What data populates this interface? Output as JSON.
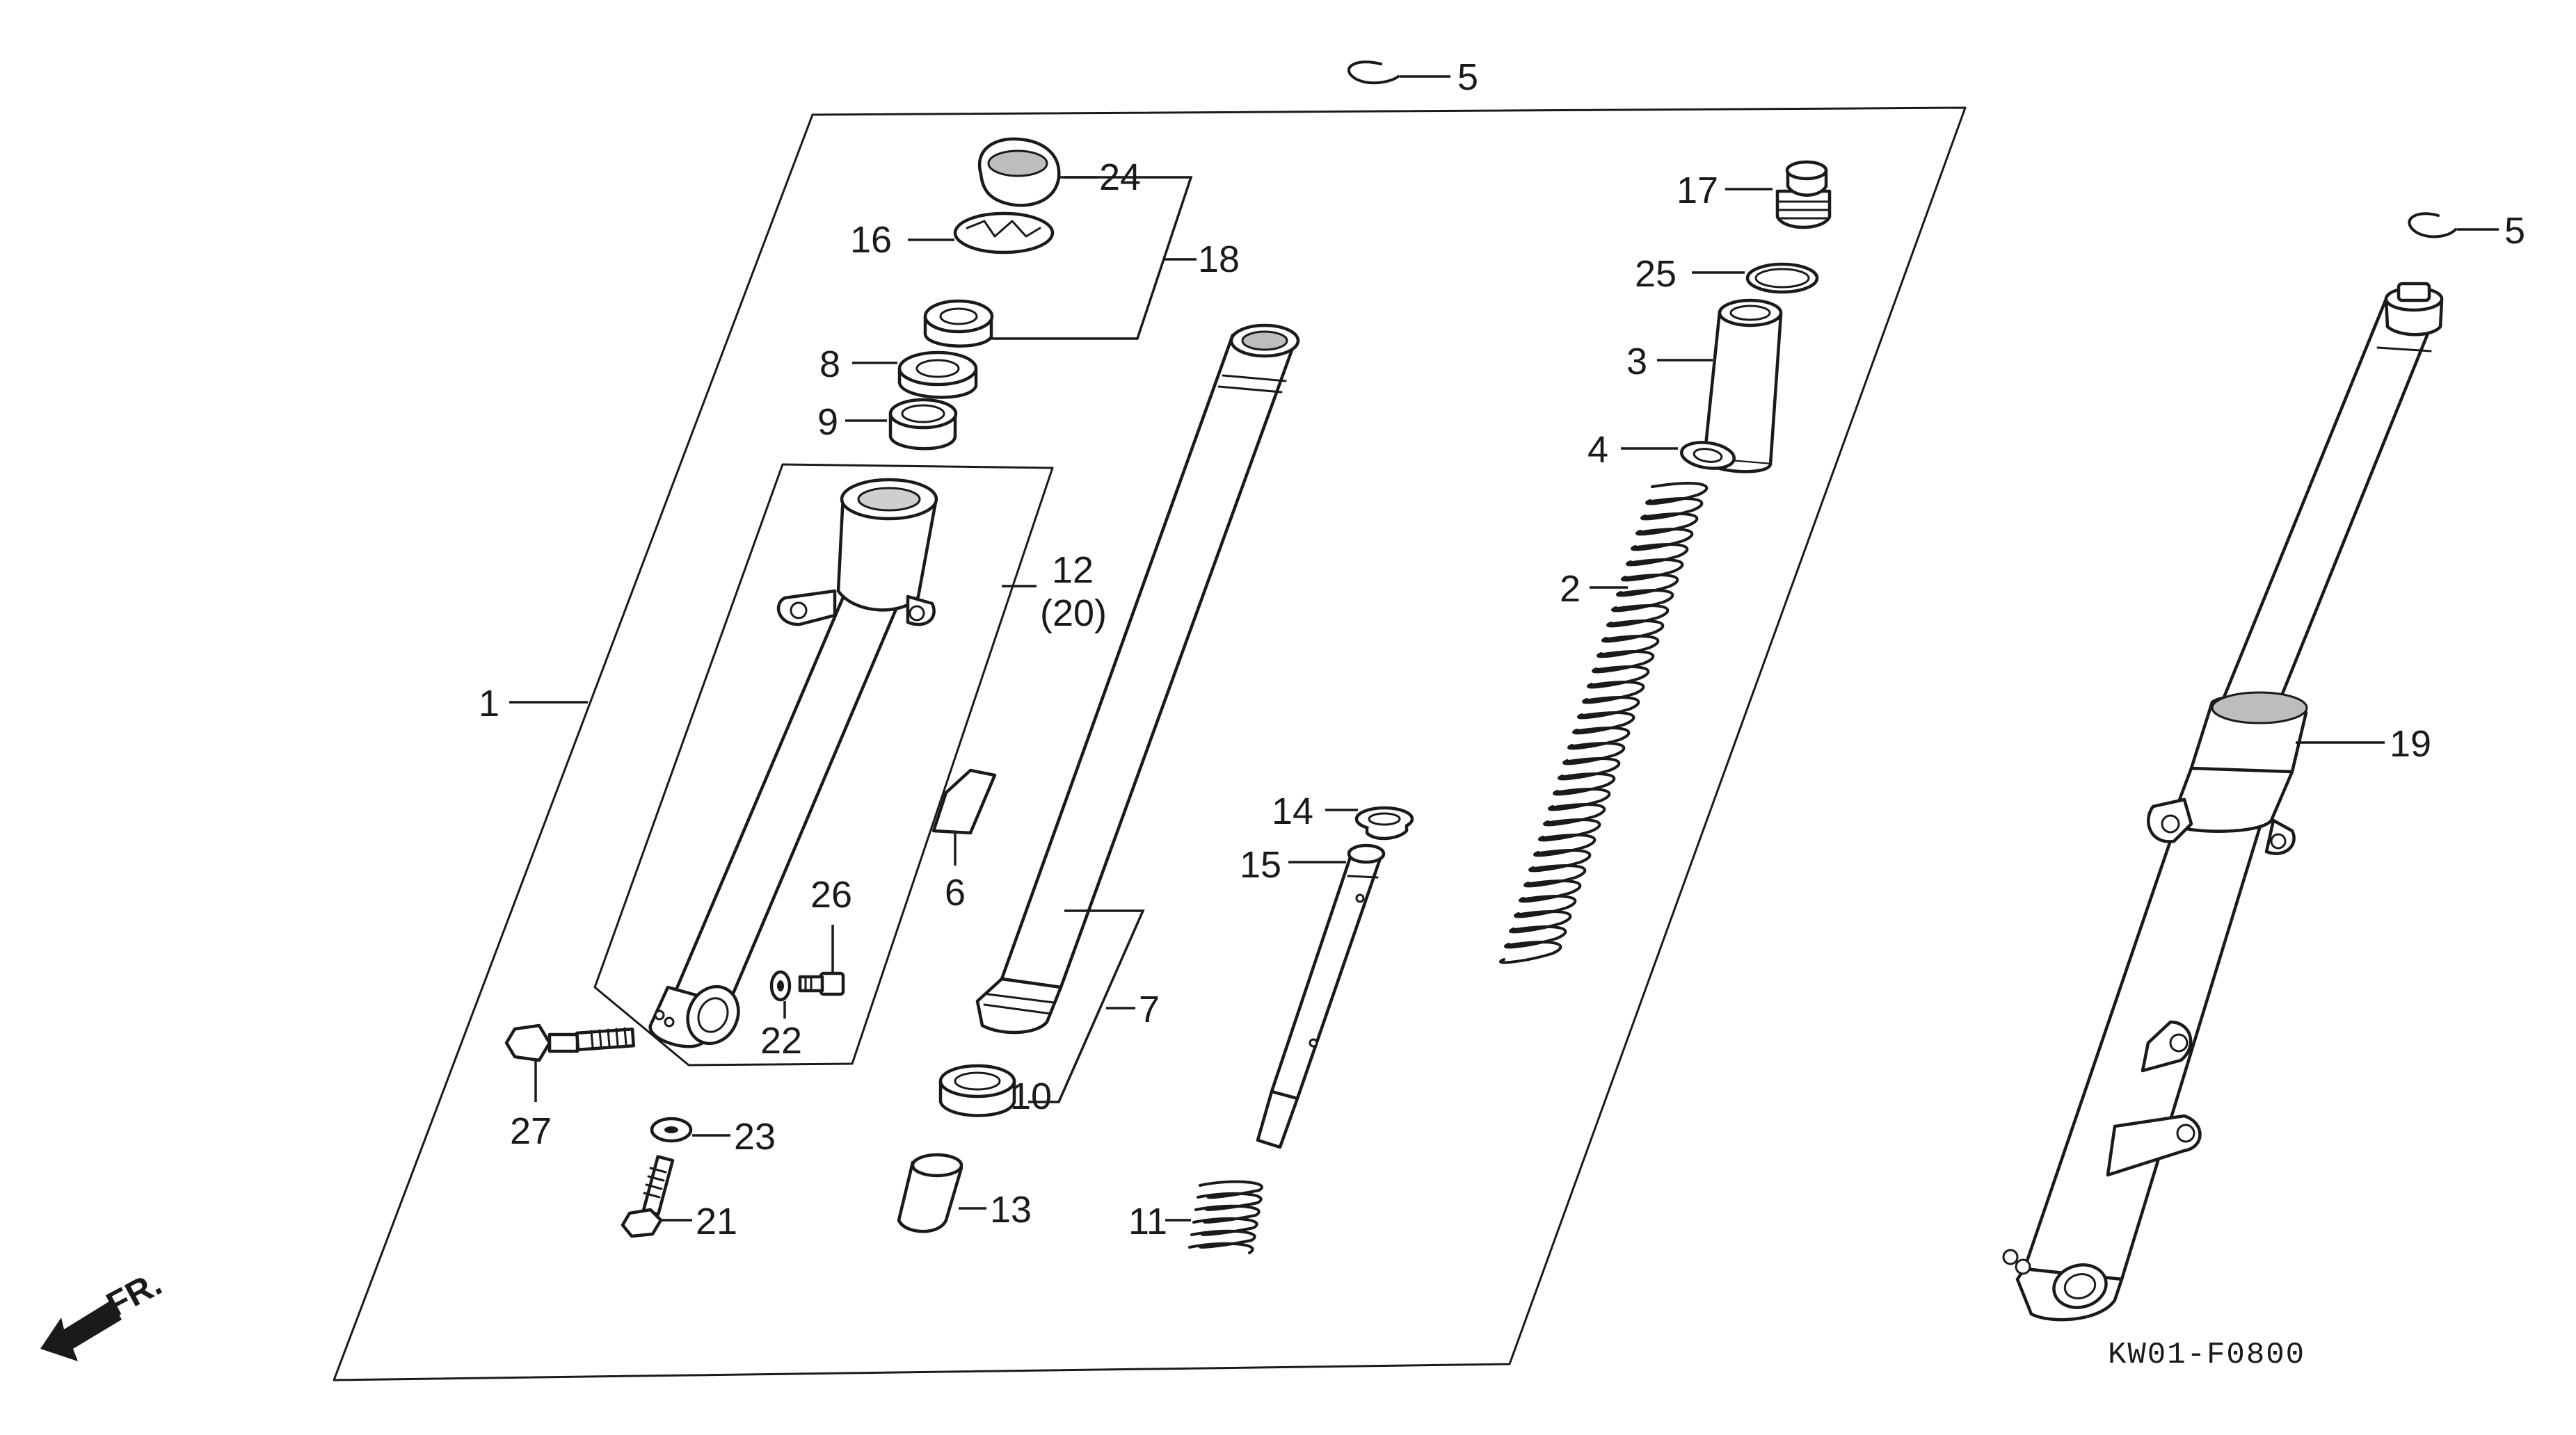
{
  "diagram": {
    "code": "KW01-F0800",
    "front_indicator": "FR.",
    "callouts": {
      "c1": "1",
      "c2": "2",
      "c3": "3",
      "c4": "4",
      "c5a": "5",
      "c5b": "5",
      "c6": "6",
      "c7": "7",
      "c8": "8",
      "c9": "9",
      "c10": "10",
      "c11": "11",
      "c12": "12",
      "c12alt": "(20)",
      "c13": "13",
      "c14": "14",
      "c15": "15",
      "c16": "16",
      "c17": "17",
      "c18": "18",
      "c19": "19",
      "c21": "21",
      "c22": "22",
      "c23": "23",
      "c24": "24",
      "c25": "25",
      "c26": "26",
      "c27": "27"
    }
  }
}
